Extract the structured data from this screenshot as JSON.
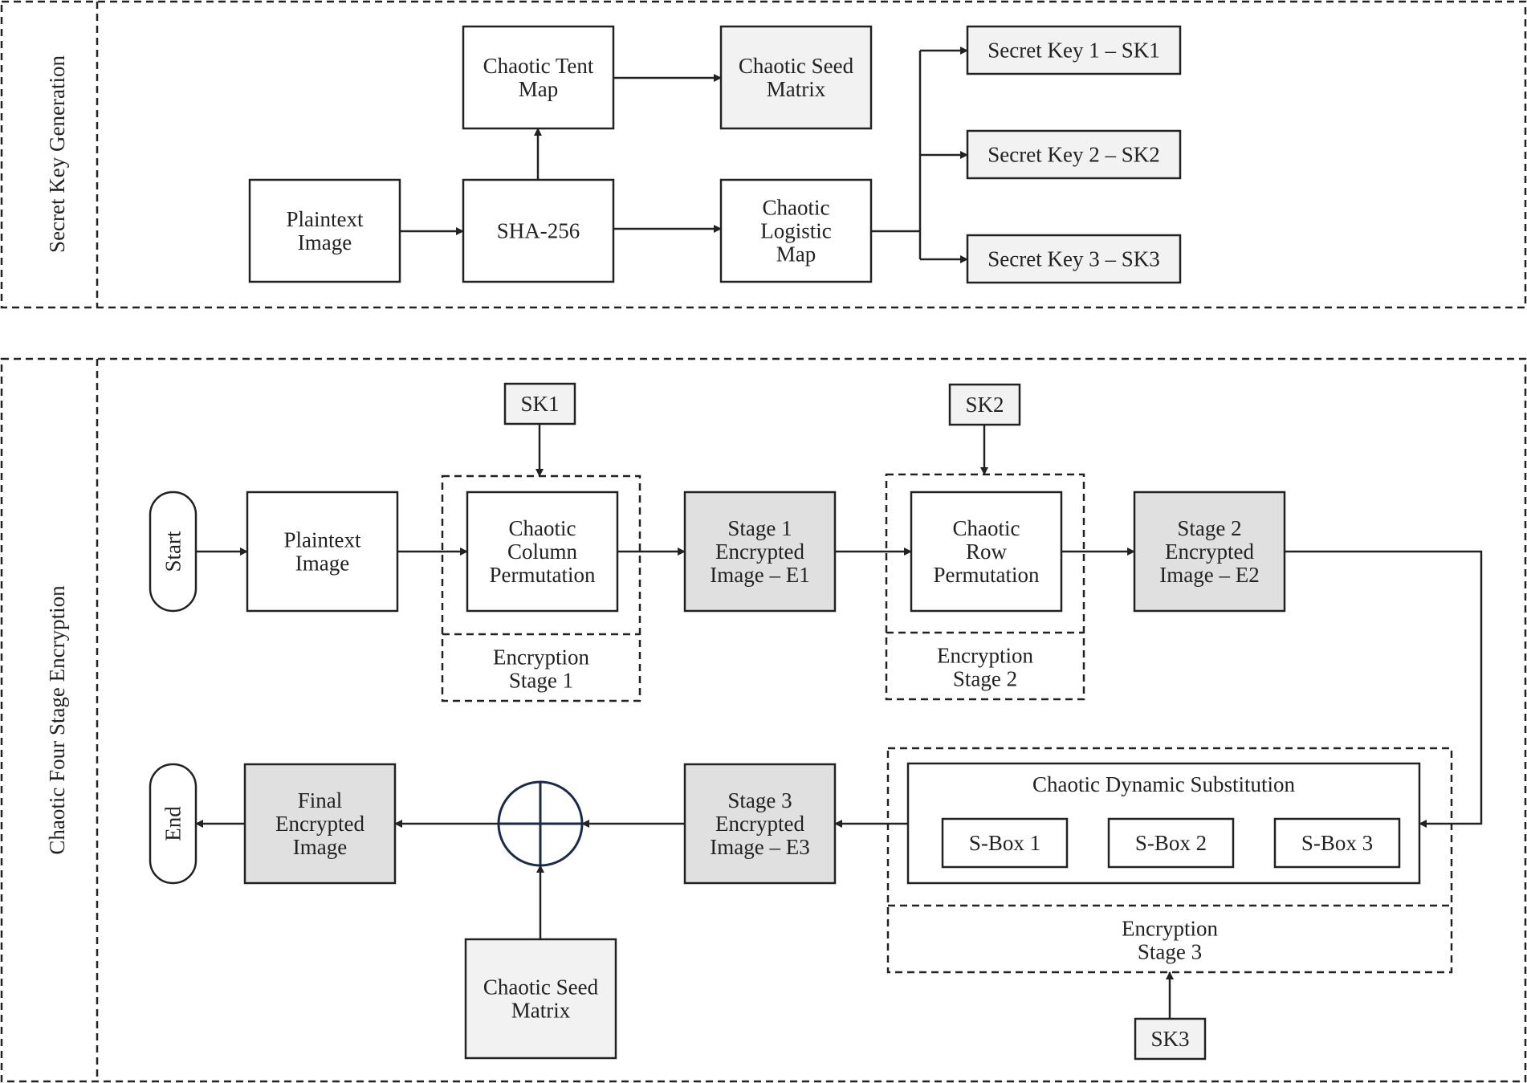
{
  "panels": {
    "key_generation": "Secret Key Generation",
    "encryption": "Chaotic Four Stage Encryption"
  },
  "keygen": {
    "plaintext_image": [
      "Plaintext",
      "Image"
    ],
    "sha256": [
      "SHA-256"
    ],
    "tent_map": [
      "Chaotic Tent",
      "Map"
    ],
    "seed_matrix": [
      "Chaotic Seed",
      "Matrix"
    ],
    "logistic_map": [
      "Chaotic",
      "Logistic",
      "Map"
    ],
    "sk1": [
      "Secret Key 1 – SK1"
    ],
    "sk2": [
      "Secret Key 2 – SK2"
    ],
    "sk3": [
      "Secret Key 3 – SK3"
    ]
  },
  "encryption": {
    "start": "Start",
    "end": "End",
    "plaintext_image": [
      "Plaintext",
      "Image"
    ],
    "sk1": [
      "SK1"
    ],
    "sk2": [
      "SK2"
    ],
    "sk3": [
      "SK3"
    ],
    "column_permutation": [
      "Chaotic",
      "Column",
      "Permutation"
    ],
    "stage1_label": [
      "Encryption",
      "Stage 1"
    ],
    "e1": [
      "Stage 1",
      "Encrypted",
      "Image – E1"
    ],
    "row_permutation": [
      "Chaotic",
      "Row",
      "Permutation"
    ],
    "stage2_label": [
      "Encryption",
      "Stage 2"
    ],
    "e2": [
      "Stage 2",
      "Encrypted",
      "Image – E2"
    ],
    "dynamic_substitution": [
      "Chaotic Dynamic Substitution"
    ],
    "sbox1": [
      "S-Box 1"
    ],
    "sbox2": [
      "S-Box 2"
    ],
    "sbox3": [
      "S-Box 3"
    ],
    "stage3_label": [
      "Encryption",
      "Stage 3"
    ],
    "e3": [
      "Stage 3",
      "Encrypted",
      "Image – E3"
    ],
    "seed_matrix": [
      "Chaotic Seed",
      "Matrix"
    ],
    "final": [
      "Final",
      "Encrypted",
      "Image"
    ]
  },
  "colors": {
    "key_fill": "#f2f2f2",
    "stage_fill": "#e0e0e0",
    "plain_fill": "#ffffff",
    "xor_stroke": "#1b2a4a"
  },
  "icons": {
    "xor": "xor-circle-plus-icon",
    "arrowhead": "arrowhead-icon"
  }
}
